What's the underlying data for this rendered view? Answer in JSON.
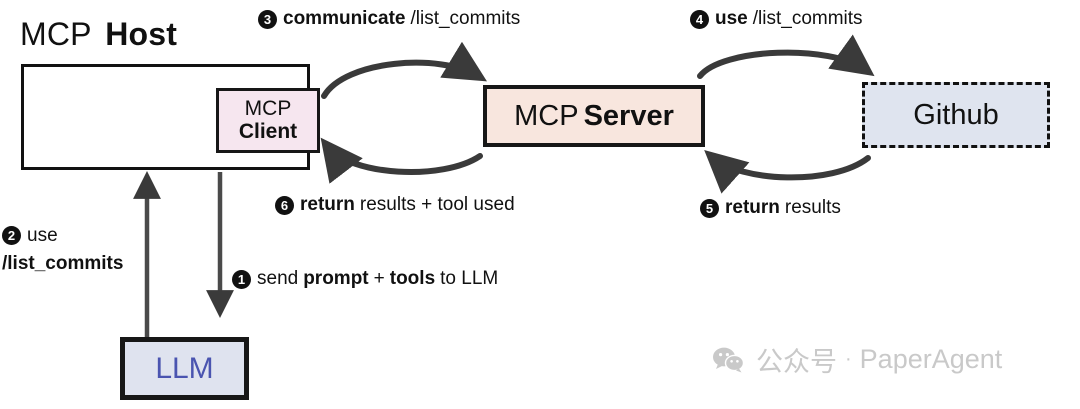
{
  "diagram": {
    "title_prefix": "MCP",
    "title_bold": "Host"
  },
  "nodes": {
    "host": {
      "label": "MCP Host",
      "fill": "#ffffff",
      "border": "#111111"
    },
    "client": {
      "line1": "MCP",
      "line2": "Client",
      "fill": "#f6e6ef",
      "border": "#171717"
    },
    "server": {
      "label_regular": "MCP",
      "label_bold": "Server",
      "fill": "#f8e6de",
      "border": "#171717"
    },
    "github": {
      "label": "Github",
      "fill": "#dfe4ef",
      "border": "#111111",
      "border_style": "dashed"
    },
    "llm": {
      "label": "LLM",
      "fill": "#dfe3ef",
      "border": "#171717",
      "text_color": "#4a54b0"
    }
  },
  "steps": [
    {
      "num": "1",
      "bold_lead": "send",
      "parts": [
        "prompt",
        "tools"
      ],
      "text": "send prompt + tools to LLM",
      "pre": "send",
      "b1": "prompt",
      "mid": "+",
      "b2": "tools",
      "post": "to LLM"
    },
    {
      "num": "2",
      "line1": "use",
      "line2": "/list_commits"
    },
    {
      "num": "3",
      "bold": "communicate",
      "rest": "/list_commits"
    },
    {
      "num": "4",
      "bold": "use",
      "rest": "/list_commits"
    },
    {
      "num": "5",
      "bold": "return",
      "rest": "results"
    },
    {
      "num": "6",
      "bold": "return",
      "rest": "results + tool used"
    }
  ],
  "watermark": {
    "icon": "wechat-icon",
    "account": "公众号",
    "separator": "·",
    "name": "PaperAgent",
    "color": "#c9c9c9"
  }
}
